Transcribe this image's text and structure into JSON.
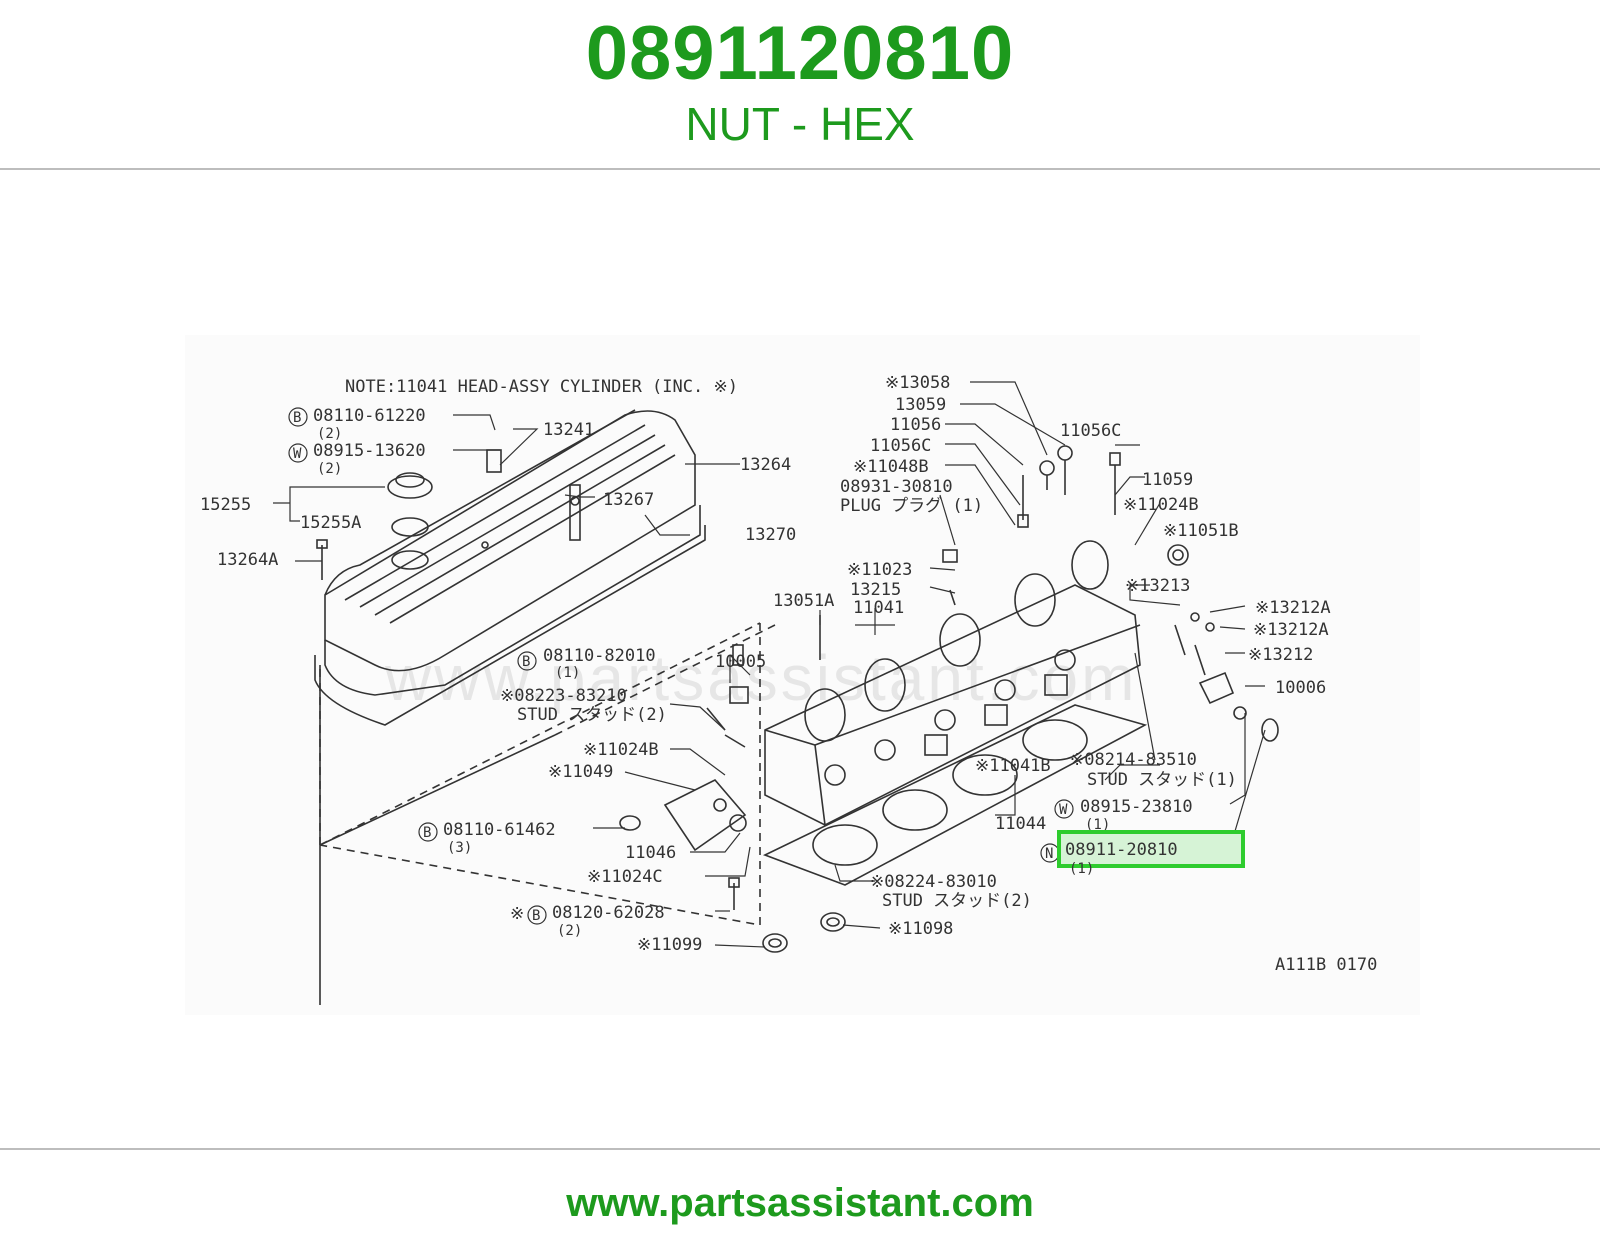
{
  "header": {
    "part_number": "0891120810",
    "part_name": "NUT - HEX"
  },
  "diagram": {
    "note": "NOTE:11041 HEAD-ASSY CYLINDER (INC. ※)",
    "ref_code": "A111B 0170",
    "watermark": "www.partsassistant.com",
    "highlighted_label": "08911-20810",
    "highlighted_prefix": "N",
    "highlighted_qty": "(1)",
    "labels": {
      "l13058": "※13058",
      "l13059": "13059",
      "l11056": "11056",
      "l11056C_a": "11056C",
      "l11056C_b": "11056C",
      "l11048B": "※11048B",
      "l08931": "08931-30810",
      "lplug": "PLUG プラグ (1)",
      "l11059": "11059",
      "l11024B_a": "※11024B",
      "l11051B": "※11051B",
      "l11023": "※11023",
      "l13215": "13215",
      "l13213": "※13213",
      "l13051A": "13051A",
      "l11041": "11041",
      "l13212A_a": "※13212A",
      "l13212A_b": "※13212A",
      "l13212": "※13212",
      "l10006": "10006",
      "l08110_82010": "08110-82010",
      "lq1a": "(1)",
      "l10005": "10005",
      "l08223": "※08223-83210",
      "lstud2a": "STUD スタッド(2)",
      "l11024B_b": "※11024B",
      "l11049": "※11049",
      "l11041B": "※11041B",
      "l08214": "※08214-83510",
      "lstud1": "STUD スタッド(1)",
      "l08915_23810": "08915-23810",
      "lq1b": "(1)",
      "l11044": "11044",
      "l08110_61462": "08110-61462",
      "lq3": "(3)",
      "l11046": "11046",
      "l11024C": "※11024C",
      "l08224": "※08224-83010",
      "lstud2b": "STUD スタッド(2)",
      "l08120": "08120-62028",
      "lq2c": "(2)",
      "l11099": "※11099",
      "l11098": "※11098",
      "l08110_61220": "08110-61220",
      "lq2a": "(2)",
      "l13241": "13241",
      "l08915_13620": "08915-13620",
      "lq2b": "(2)",
      "l13264": "13264",
      "l15255": "15255",
      "l15255A": "15255A",
      "l13267": "13267",
      "l13270": "13270",
      "l13264A": "13264A",
      "l_ref_star": "※"
    },
    "circled": {
      "B": "B",
      "W": "W",
      "N": "N"
    }
  },
  "footer": {
    "url": "www.partsassistant.com"
  },
  "colors": {
    "brand_green": "#1d9a1d",
    "highlight": "#2ecc2e",
    "line": "#333333"
  }
}
